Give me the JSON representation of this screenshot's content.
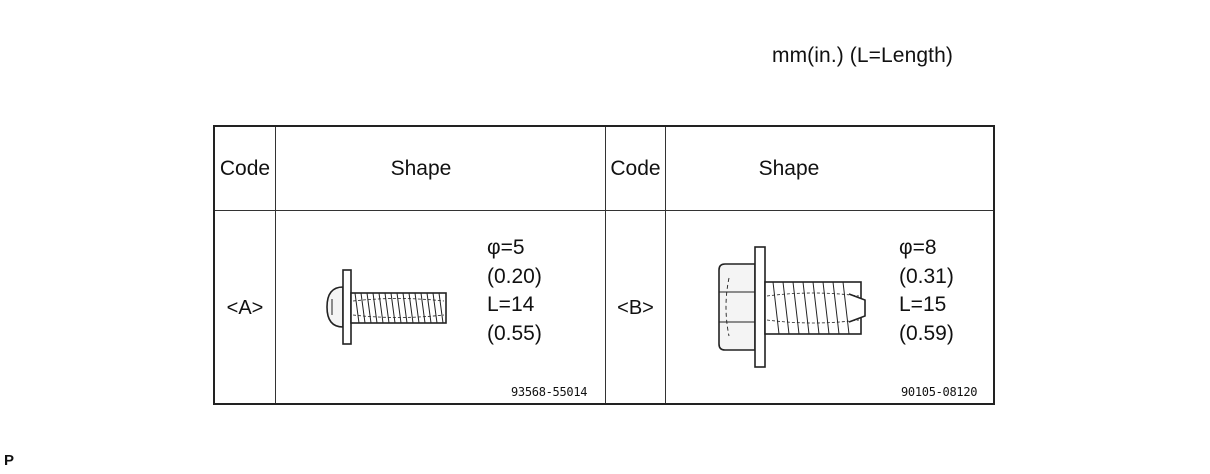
{
  "unit_note": "mm(in.) (L=Length)",
  "table": {
    "headers": {
      "code_left": "Code",
      "shape_left": "Shape",
      "code_right": "Code",
      "shape_right": "Shape"
    },
    "rows": [
      {
        "code": "<A>",
        "diameter": "φ=5",
        "diameter_in": "(0.20)",
        "length": "L=14",
        "length_in": "(0.55)",
        "part_number": "93568-55014",
        "icon": "pan-head-screw-icon"
      },
      {
        "code": "<B>",
        "diameter": "φ=8",
        "diameter_in": "(0.31)",
        "length": "L=15",
        "length_in": "(0.59)",
        "part_number": "90105-08120",
        "icon": "flange-hex-bolt-icon"
      }
    ]
  },
  "corner_mark": "P"
}
